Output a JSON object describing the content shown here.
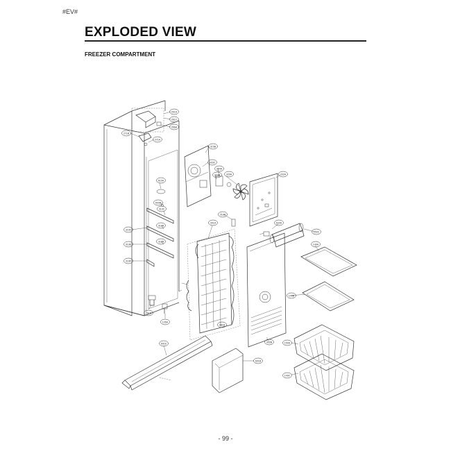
{
  "header": {
    "doc_code": "#EV#",
    "title": "EXPLODED VIEW",
    "section": "FREEZER COMPARTMENT"
  },
  "footer": {
    "page_number": "- 99 -"
  },
  "callouts": [
    "261A",
    "261C",
    "266A",
    "271B",
    "271A",
    "315B",
    "303C",
    "304A",
    "329B",
    "329A",
    "332A",
    "610A",
    "600B",
    "319C",
    "319C",
    "319B",
    "319E",
    "319F",
    "318B",
    "301A",
    "318B",
    "670A",
    "150C",
    "149A",
    "149B",
    "261D",
    "105A",
    "601E",
    "601B",
    "301B",
    "302B",
    "150A",
    "149C"
  ]
}
